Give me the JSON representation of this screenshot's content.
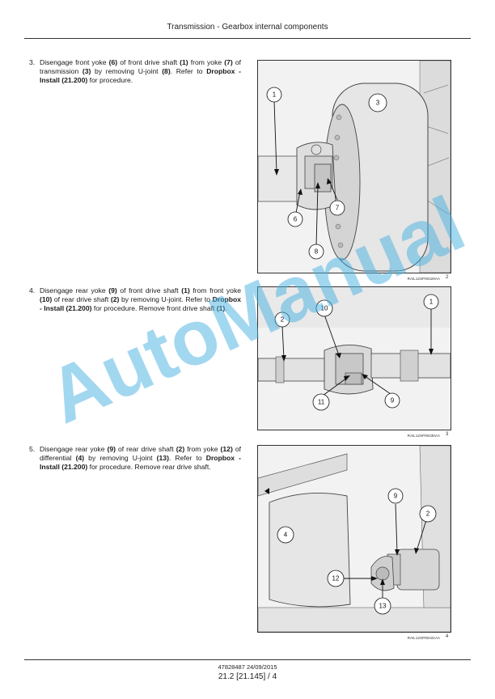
{
  "header": {
    "title": "Transmission - Gearbox internal components"
  },
  "steps": [
    {
      "number": "3.",
      "parts": [
        {
          "t": "Disengage front yoke "
        },
        {
          "b": "(6)"
        },
        {
          "t": " of front drive shaft "
        },
        {
          "b": "(1)"
        },
        {
          "t": " from yoke "
        },
        {
          "b": "(7)"
        },
        {
          "t": " of transmission "
        },
        {
          "b": "(3)"
        },
        {
          "t": " by removing U-joint "
        },
        {
          "b": "(8)"
        },
        {
          "t": ". Refer to "
        },
        {
          "b": "Dropbox - Install (21.200)"
        },
        {
          "t": " for procedure."
        }
      ]
    },
    {
      "number": "4.",
      "parts": [
        {
          "t": "Disengage rear yoke "
        },
        {
          "b": "(9)"
        },
        {
          "t": " of front drive shaft "
        },
        {
          "b": "(1)"
        },
        {
          "t": " from front yoke "
        },
        {
          "b": "(10)"
        },
        {
          "t": " of rear drive shaft "
        },
        {
          "b": "(2)"
        },
        {
          "t": " by removing U-joint. Refer to "
        },
        {
          "b": "Dropbox - Install (21.200)"
        },
        {
          "t": " for procedure. Remove front drive shaft "
        },
        {
          "b": "(1)"
        },
        {
          "t": "."
        }
      ]
    },
    {
      "number": "5.",
      "parts": [
        {
          "t": "Disengage rear yoke "
        },
        {
          "b": "(9)"
        },
        {
          "t": " of rear drive shaft "
        },
        {
          "b": "(2)"
        },
        {
          "t": " from yoke "
        },
        {
          "b": "(12)"
        },
        {
          "t": " of differential "
        },
        {
          "b": "(4)"
        },
        {
          "t": " by removing U-joint "
        },
        {
          "b": "(13)"
        },
        {
          "t": ". Refer to "
        },
        {
          "b": "Dropbox - Install (21.200)"
        },
        {
          "t": " for procedure. Remove rear drive shaft."
        }
      ]
    }
  ],
  "figures": [
    {
      "id": "RAIL12SP00429AA",
      "number": "2",
      "callouts": [
        "1",
        "3",
        "6",
        "7",
        "8"
      ]
    },
    {
      "id": "RAIL12SP00430AA",
      "number": "3",
      "callouts": [
        "2",
        "10",
        "1",
        "11",
        "9"
      ]
    },
    {
      "id": "RAIL12SP00431AA",
      "number": "4",
      "callouts": [
        "4",
        "9",
        "2",
        "12",
        "13"
      ]
    }
  ],
  "watermark": "AutoManual",
  "footer": {
    "doc": "47828487 24/09/2015",
    "page": "21.2 [21.145] / 4"
  }
}
